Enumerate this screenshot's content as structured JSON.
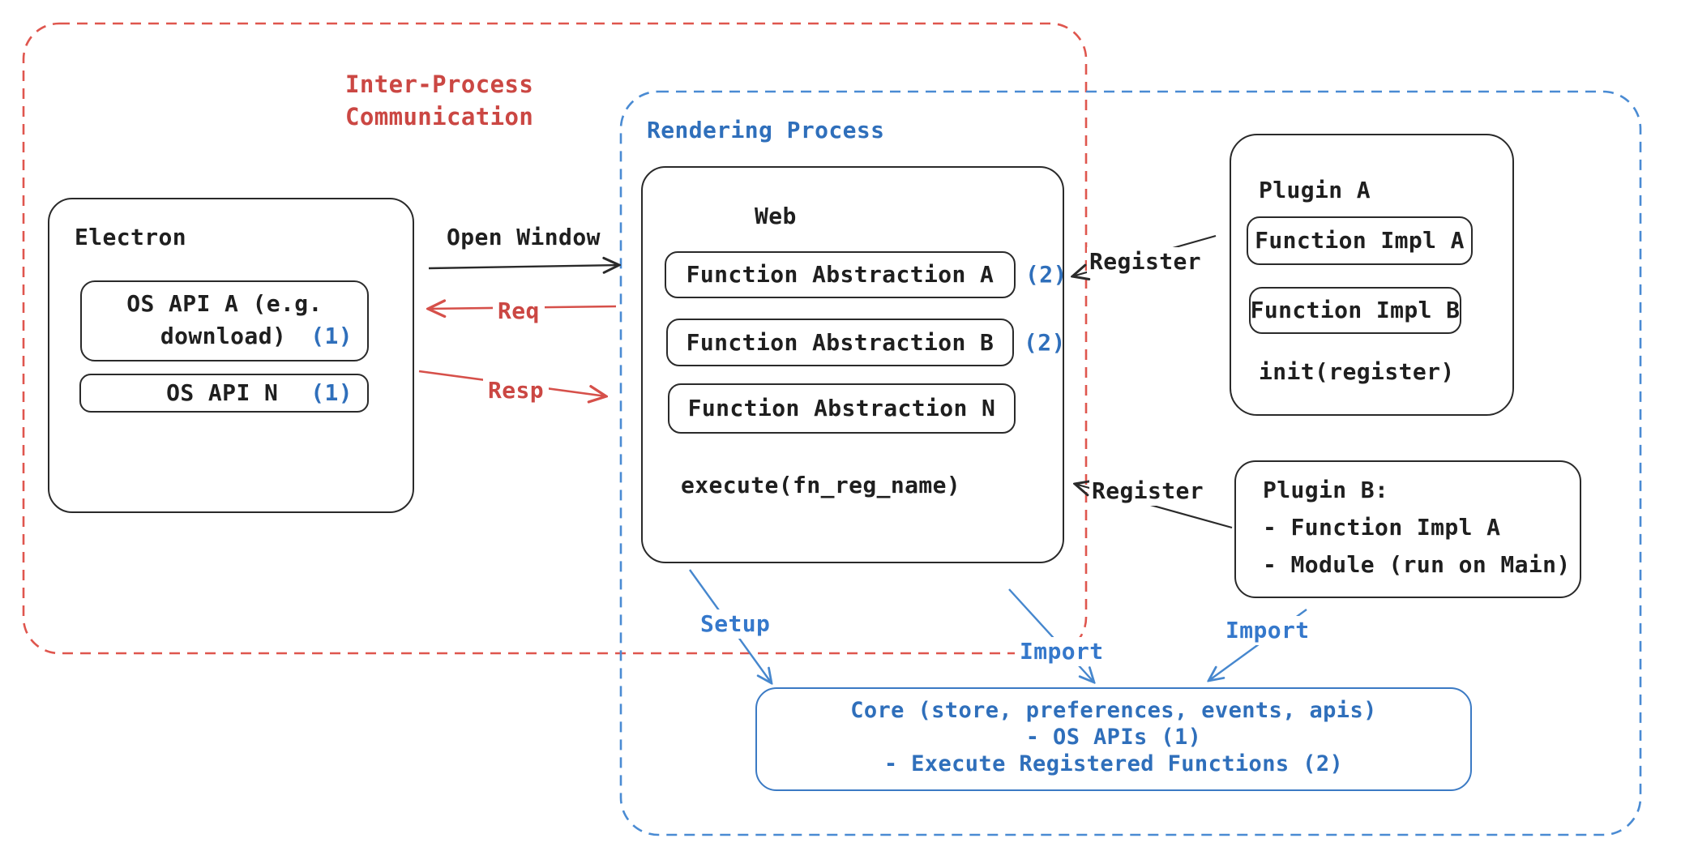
{
  "colors": {
    "red_text": "#cb4743",
    "red_dash": "#df564e",
    "blue_text": "#2f6fbb",
    "blue_dash": "#4a8bd3",
    "stroke_black": "#2a2a2a"
  },
  "regions": {
    "ipc": {
      "label": "Inter-Process\nCommunication"
    },
    "rendering": {
      "label": "Rendering Process"
    }
  },
  "electron": {
    "title": "Electron",
    "os_api_a": {
      "line1": "OS API A (e.g.",
      "line2": "download)",
      "ref": "(1)"
    },
    "os_api_n": {
      "label": "OS API N",
      "ref": "(1)"
    }
  },
  "web": {
    "title": "Web",
    "abstractions": [
      {
        "label": "Function Abstraction A",
        "ref": "(2)"
      },
      {
        "label": "Function Abstraction B",
        "ref": "(2)"
      },
      {
        "label": "Function Abstraction N",
        "ref": ""
      }
    ],
    "execute": "execute(fn_reg_name)"
  },
  "plugin_a": {
    "title": "Plugin A",
    "impl_a": "Function Impl A",
    "impl_b": "Function Impl B",
    "init": "init(register)"
  },
  "plugin_b": {
    "title": "Plugin B:",
    "item1": "- Function Impl A",
    "item2": "- Module (run on Main)"
  },
  "core": {
    "line1": "Core (store, preferences, events, apis)",
    "line2": "- OS APIs (1)",
    "line3": "- Execute Registered Functions (2)"
  },
  "arrows": {
    "open_window": "Open Window",
    "req": "Req",
    "resp": "Resp",
    "register_a": "Register",
    "register_b": "Register",
    "setup": "Setup",
    "import_web": "Import",
    "import_plugin": "Import"
  }
}
